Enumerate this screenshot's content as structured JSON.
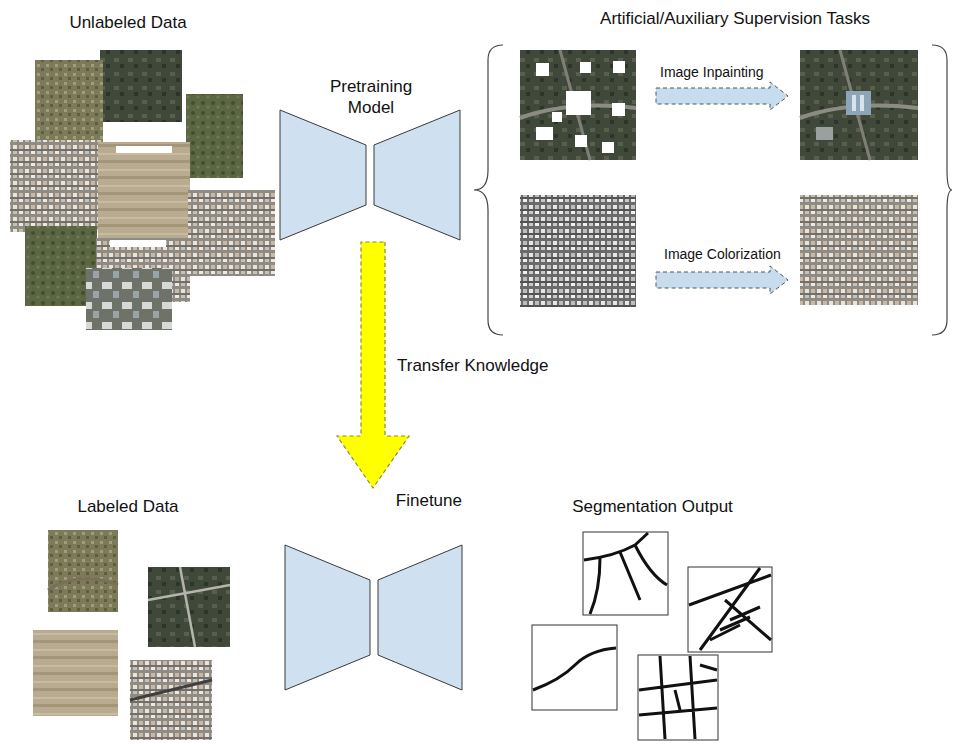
{
  "diagram": {
    "nodes": [
      {
        "text": [
          "Unlabeled Data"
        ]
      },
      {
        "text": [
          "Pretraining Model"
        ]
      },
      {
        "text": [
          "Artificial/Auxiliary Supervision Tasks"
        ]
      },
      {
        "text": [
          "Labeled Data"
        ]
      },
      {
        "text": [
          "Finetune"
        ]
      },
      {
        "text": [
          "Segmentation Output"
        ]
      }
    ],
    "edges": [
      {
        "from": 1,
        "to": 4,
        "arrow": "to",
        "label": "Transfer Knowledge"
      }
    ],
    "labels": [
      "Image Inpainting",
      "Image Colorization"
    ]
  }
}
